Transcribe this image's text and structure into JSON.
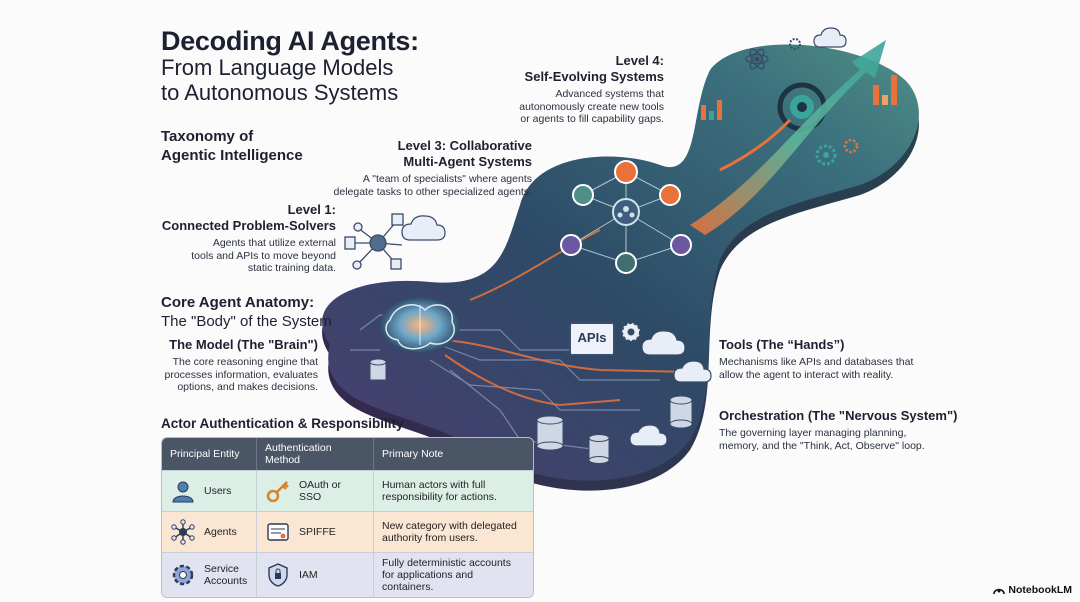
{
  "header": {
    "title": "Decoding AI Agents:",
    "subtitle_line1": "From Language Models",
    "subtitle_line2": "to Autonomous Systems"
  },
  "taxonomy": {
    "line1": "Taxonomy of",
    "line2": "Agentic Intelligence"
  },
  "level4": {
    "title_line1": "Level 4:",
    "title_line2": "Self-Evolving Systems",
    "desc_line1": "Advanced systems that",
    "desc_line2": "autonomously create new tools",
    "desc_line3": "or agents to fill capability gaps."
  },
  "level3": {
    "title_line1": "Level 3: Collaborative",
    "title_line2": "Multi-Agent Systems",
    "desc_line1": "A \"team of specialists\" where agents",
    "desc_line2": "delegate tasks to other specialized agents."
  },
  "level1": {
    "title_line1": "Level 1:",
    "title_line2": "Connected Problem-Solvers",
    "desc_line1": "Agents that utilize external",
    "desc_line2": "tools and APIs to move beyond",
    "desc_line3": "static training data."
  },
  "anatomy": {
    "title": "Core Agent Anatomy:",
    "subtitle": "The \"Body\" of the System"
  },
  "model": {
    "title": "The Model (The \"Brain\")",
    "desc_line1": "The core reasoning engine that",
    "desc_line2": "processes information, evaluates",
    "desc_line3": "options, and makes decisions."
  },
  "tools": {
    "title": "Tools (The “Hands”)",
    "desc_line1": "Mechanisms like APIs and databases that",
    "desc_line2": "allow the agent to interact with reality."
  },
  "orchestration": {
    "title": "Orchestration (The \"Nervous System\")",
    "desc_line1": "The governing layer managing planning,",
    "desc_line2": "memory, and the \"Think, Act, Observe\" loop."
  },
  "apis_label": "APIs",
  "auth": {
    "section_title": "Actor Authentication & Responsibility",
    "columns": [
      "Principal Entity",
      "Authentication Method",
      "Primary Note"
    ],
    "rows": [
      {
        "entity": "Users",
        "method": "OAuth or SSO",
        "note_line1": "Human actors with full",
        "note_line2": "responsibility for actions.",
        "entity_icon": "user-icon",
        "method_icon": "key-icon"
      },
      {
        "entity": "Agents",
        "method": "SPIFFE",
        "note_line1": "New category with delegated",
        "note_line2": "authority from users.",
        "entity_icon": "network-icon",
        "method_icon": "certificate-icon"
      },
      {
        "entity_line1": "Service",
        "entity_line2": "Accounts",
        "method": "IAM",
        "note_line1": "Fully deterministic accounts",
        "note_line2": "for applications and containers.",
        "entity_icon": "gear-icon",
        "method_icon": "shield-icon"
      }
    ]
  },
  "brand": "NotebookLM",
  "colors": {
    "platform_dark": "#2f4a63",
    "platform_teal": "#3f7f86",
    "platform_purple": "#4b3f6e",
    "accent_orange": "#e9723a",
    "accent_teal": "#3aa39a",
    "text_dark": "#1d2030"
  }
}
